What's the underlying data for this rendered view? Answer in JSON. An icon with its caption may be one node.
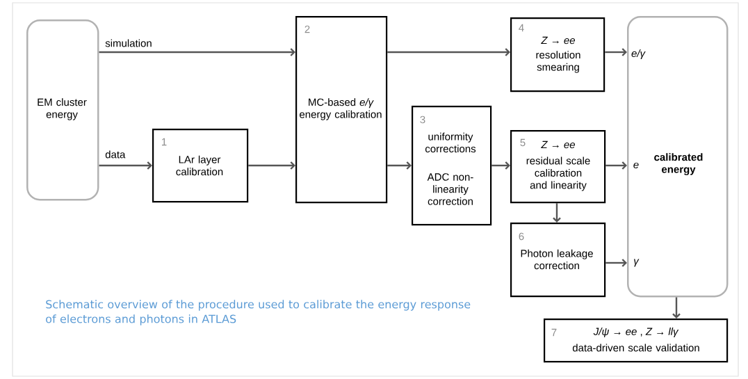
{
  "diagram": {
    "caption": "Schematic overview of the procedure used to calibrate the energy response of electrons and photons in ATLAS",
    "nodes": [
      {
        "text": [
          "EM cluster energy"
        ]
      },
      {
        "text": [
          "1",
          "LAr layer calibration"
        ]
      },
      {
        "text": [
          "2",
          "MC-based *e/γ* energy calibration"
        ]
      },
      {
        "text": [
          "3",
          "uniformity corrections",
          "ADC non-linearity correction"
        ]
      },
      {
        "text": [
          "4",
          "Z → ee",
          "resolution smearing"
        ]
      },
      {
        "text": [
          "5",
          "Z → ee",
          "residual scale calibration and linearity"
        ]
      },
      {
        "text": [
          "6",
          "Photon leakage correction"
        ]
      },
      {
        "text": [
          "e/γ",
          "e",
          "γ",
          "calibrated energy"
        ]
      },
      {
        "text": [
          "7",
          "*J/ψ → ee* , *Z → llγ*",
          "data-driven scale validation"
        ]
      }
    ],
    "edges": [
      {
        "from": 0,
        "to": 2,
        "arrow": "to",
        "label": "simulation"
      },
      {
        "from": 0,
        "to": 1,
        "arrow": "to",
        "label": "data"
      },
      {
        "from": 1,
        "to": 2,
        "arrow": "to"
      },
      {
        "from": 2,
        "to": 4,
        "arrow": "to"
      },
      {
        "from": 2,
        "to": 3,
        "arrow": "to"
      },
      {
        "from": 3,
        "to": 5,
        "arrow": "to"
      },
      {
        "from": 4,
        "to": 7,
        "arrow": "to"
      },
      {
        "from": 5,
        "to": 7,
        "arrow": "to"
      },
      {
        "from": 5,
        "to": 6,
        "arrow": "to"
      },
      {
        "from": 6,
        "to": 7,
        "arrow": "to"
      },
      {
        "from": 7,
        "to": 8,
        "arrow": "to"
      }
    ]
  }
}
